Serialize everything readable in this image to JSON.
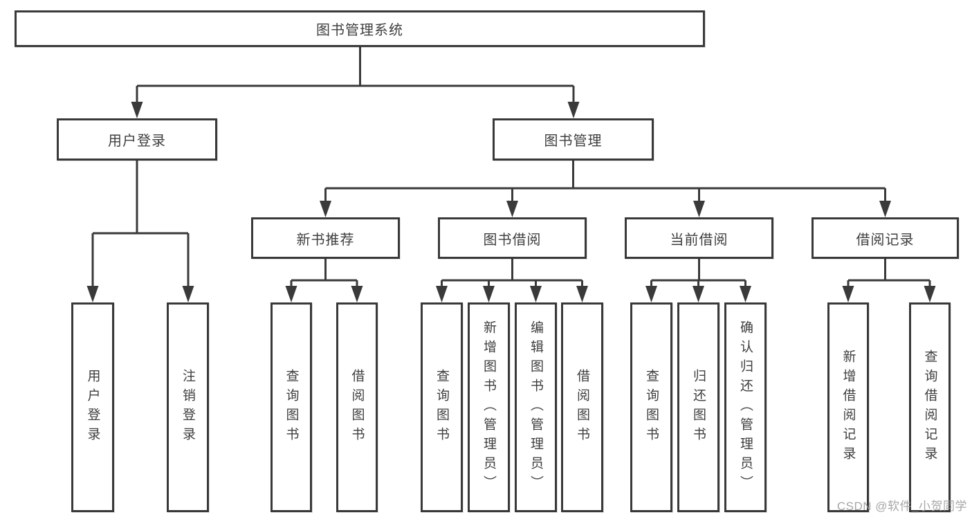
{
  "tree": {
    "root": "图书管理系统",
    "branch_user": "用户登录",
    "branch_books": "图书管理",
    "sub": [
      "新书推荐",
      "图书借阅",
      "当前借阅",
      "借阅记录"
    ],
    "leaves_user": [
      "用户登录",
      "注销登录"
    ],
    "leaves_new_rec": [
      "查询图书",
      "借阅图书"
    ],
    "leaves_borrow": [
      "查询图书",
      "新增图书（管理员）",
      "编辑图书（管理员）",
      "借阅图书"
    ],
    "leaves_current": [
      "查询图书",
      "归还图书",
      "确认归还（管理员）"
    ],
    "leaves_record": [
      "新增借阅记录",
      "查询借阅记录"
    ]
  },
  "colors": {
    "line": "#3a3a3a",
    "text": "#3e3e3e",
    "watermark": "#9e9e9e"
  },
  "watermark": "CSDN @软件_小贺同学"
}
